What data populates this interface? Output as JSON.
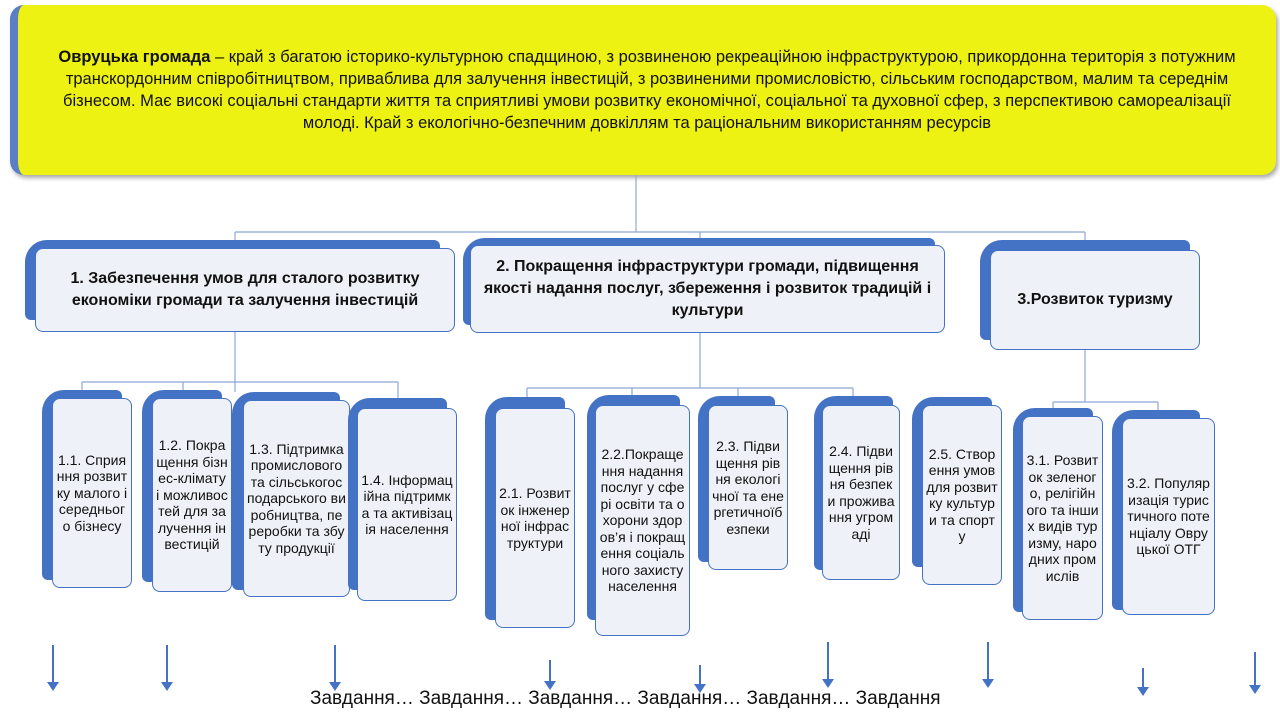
{
  "vision": {
    "title": "Овруцька громада",
    "text": " – край з багатою історико-культурною спадщиною, з розвиненою рекреаційною інфраструктурою, прикордонна територія з потужним транскордонним співробітництвом, приваблива для залучення інвестицій, з розвиненими промисловістю, сільським господарством, малим та середнім бізнесом. Має високі соціальні стандарти життя та сприятливі умови розвитку економічної, соціальної та духовної сфер, з перспективою самореалізації молоді. Край з екологічно-безпечним довкіллям та раціональним використанням ресурсів"
  },
  "goals": [
    {
      "label": "1. Забезпечення умов для сталого розвитку економіки громади та залучення інвестицій"
    },
    {
      "label": "2. Покращення інфраструктури громади, підвищення якості надання послуг, збереження і розвиток традицій і культури"
    },
    {
      "label": "3.Розвиток туризму"
    }
  ],
  "objectives": [
    {
      "label": "1.1. Сприяння розвитку малого і середнього бізнесу"
    },
    {
      "label": "1.2. Покращення бізнес-клімату і можливостей для залучення інвестицій"
    },
    {
      "label": "1.3. Підтримка промислового та сільськогосподарського виробництва, переробки та збуту продукції"
    },
    {
      "label": "1.4. Інформаційна підтримка та активізація населення"
    },
    {
      "label": "2.1. Розвиток інженерної інфраструктури"
    },
    {
      "label": "2.2.Покращення надання послуг у сфері освіти та охорони здоров’я і покращення соціального захисту населення"
    },
    {
      "label": "2.3. Підвищення рівня екологічної та енергетичноїбезпеки"
    },
    {
      "label": "2.4. Підвищення рівня безпеки проживання угромаді"
    },
    {
      "label": "2.5. Створення умов для розвитку культури та спорту"
    },
    {
      "label": "3.1. Розвиток зеленого, релігійного та інших видів туризму, народних промислів"
    },
    {
      "label": "3.2. Популяризація туристичного потенціалу Овруцької ОТГ"
    }
  ],
  "tasks_text": "Завдання… Завдання… Завдання… Завдання… Завдання… Завдання",
  "colors": {
    "accent": "#4472c4",
    "vision_bg": "#eef212",
    "box_bg": "#eef1f8"
  }
}
